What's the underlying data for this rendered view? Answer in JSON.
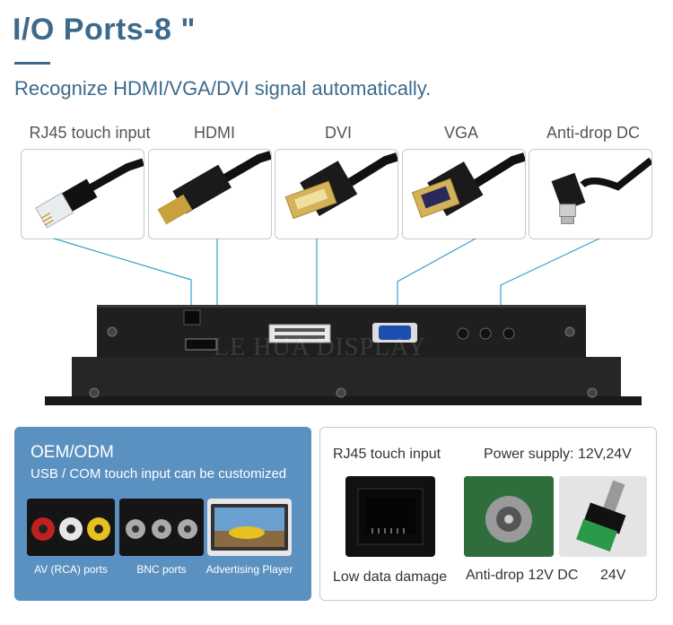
{
  "header": {
    "title": "I/O Ports-8 \"",
    "subtitle": "Recognize  HDMI/VGA/DVI signal automatically."
  },
  "ports": [
    {
      "label": "RJ45 touch input"
    },
    {
      "label": "HDMI"
    },
    {
      "label": "DVI"
    },
    {
      "label": "VGA"
    },
    {
      "label": "Anti-drop DC"
    }
  ],
  "device": {
    "watermark": "LE HUA DISPLAY"
  },
  "oem": {
    "title": "OEM/ODM",
    "subtitle": "USB / COM touch input can be customized",
    "items": [
      {
        "caption": "AV (RCA) ports"
      },
      {
        "caption": "BNC ports"
      },
      {
        "caption": "Advertising Player"
      }
    ]
  },
  "info": {
    "rj45_label": "RJ45 touch input",
    "power_label": "Power supply: 12V,24V",
    "low_damage": "Low data damage",
    "anti_drop": "Anti-drop 12V DC",
    "v24": "24V"
  },
  "colors": {
    "accent": "#3d6a8c",
    "oem_bg": "#5b91c1",
    "line": "#3aa0d0"
  }
}
